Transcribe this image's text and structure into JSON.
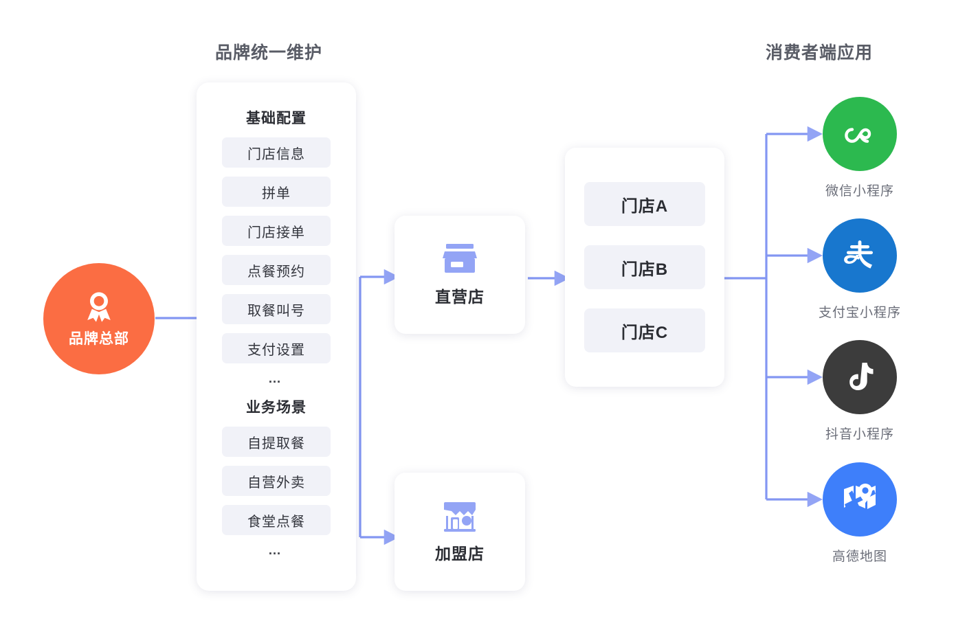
{
  "headers": {
    "center": "品牌统一维护",
    "right": "消费者端应用"
  },
  "hq": {
    "label": "品牌总部",
    "icon": "medal-badge-icon",
    "color": "#fb6d43"
  },
  "config_card": {
    "groups": [
      {
        "title": "基础配置",
        "items": [
          "门店信息",
          "拼单",
          "门店接单",
          "点餐预约",
          "取餐叫号",
          "支付设置"
        ],
        "more": "…"
      },
      {
        "title": "业务场景",
        "items": [
          "自提取餐",
          "自营外卖",
          "食堂点餐"
        ],
        "more": "…"
      }
    ]
  },
  "store_types": [
    {
      "label": "直营店",
      "icon": "storefront-icon"
    },
    {
      "label": "加盟店",
      "icon": "awning-shop-icon"
    }
  ],
  "store_list": {
    "stores": [
      "门店A",
      "门店B",
      "门店C"
    ]
  },
  "consumer_apps": [
    {
      "label": "微信小程序",
      "icon": "wechat-miniprogram-icon",
      "color": "#2cb94f"
    },
    {
      "label": "支付宝小程序",
      "icon": "alipay-icon",
      "color": "#1877ce"
    },
    {
      "label": "抖音小程序",
      "icon": "douyin-icon",
      "color": "#3c3c3c"
    },
    {
      "label": "高德地图",
      "icon": "amap-icon",
      "color": "#3e7ffa"
    }
  ],
  "connector": {
    "color": "#8396f2",
    "arrow_color": "#93a4f5"
  }
}
